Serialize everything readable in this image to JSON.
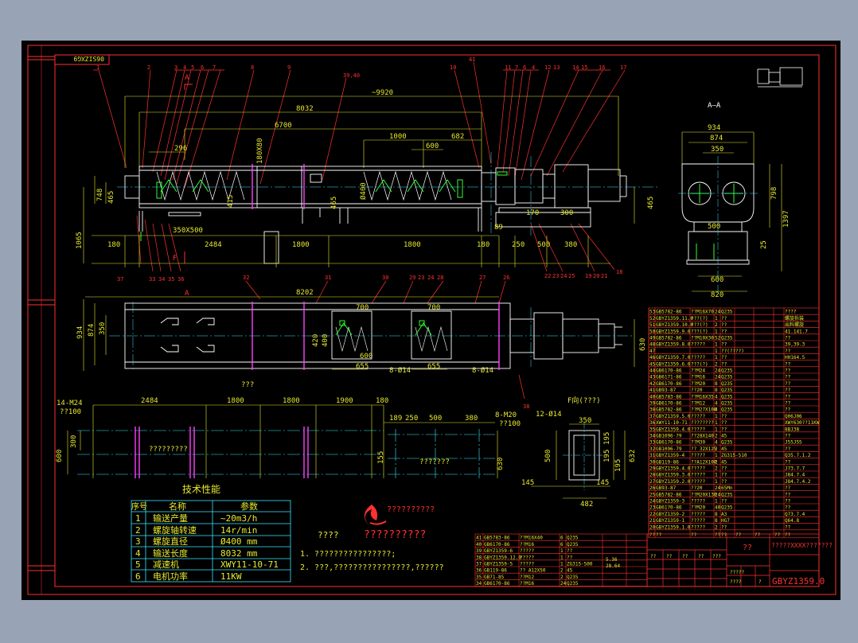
{
  "colors": {
    "frame": "#ff3030",
    "dim": "#e8e830",
    "part": "#ffffff",
    "center": "#3ce8ff",
    "special": "#ff40ff",
    "weld": "#30ff30",
    "text_red": "#ff3030"
  },
  "drawing_code_rotated": "06SIZXG9",
  "top_callouts_left": [
    "1",
    "2",
    "3",
    "4",
    "5",
    "6",
    "7",
    "8",
    "9",
    "39,40"
  ],
  "top_callouts_right": [
    "10",
    "41",
    "11",
    "7",
    "6",
    "4",
    "12",
    "13",
    "14",
    "15",
    "16",
    "17"
  ],
  "bottom_callouts_front": [
    "37",
    "33",
    "34",
    "35",
    "36",
    "22",
    "23",
    "24",
    "25",
    "19",
    "20",
    "21",
    "18"
  ],
  "plan_callouts": [
    "32",
    "31",
    "30",
    "29",
    "23",
    "24",
    "28",
    "27",
    "26",
    "38"
  ],
  "section_marks": {
    "a_top": "A",
    "a_bottom": "A",
    "f_mark": "F",
    "section_aa_title": "A—A",
    "view_f_title": "F向(???)"
  },
  "front_dims": {
    "overall": "~9920",
    "d8032": "8032",
    "d6700": "6700",
    "d1000": "1000",
    "d682": "682",
    "d600": "600",
    "d296": "296",
    "d180top": "180X80",
    "d748": "748",
    "d465": "465",
    "d1065": "1065",
    "d415": "415",
    "d465b": "465",
    "d400": "Ø400",
    "d180l": "180",
    "d2484": "2484",
    "d1800a": "1800",
    "d1800b": "1800",
    "d180r": "180",
    "d250": "250",
    "d500": "500",
    "d380": "380",
    "d89": "89",
    "d350x500": "350X500",
    "d170": "170",
    "d300": "300",
    "d465r": "465"
  },
  "section_dims": {
    "w934": "934",
    "w874": "874",
    "w350": "350",
    "h798": "798",
    "h1397": "1397",
    "w500": "500",
    "w600": "600",
    "w820": "820",
    "h25": "25"
  },
  "plan_dims": {
    "d8202": "8202",
    "d934": "934",
    "d874": "874",
    "d350": "350",
    "d700a": "700",
    "d700b": "700",
    "d600": "600",
    "d655a": "655",
    "d655b": "655",
    "hole_a": "8-Ø14",
    "hole_b": "8-Ø14",
    "d420": "420",
    "d400": "400",
    "d630": "630",
    "label": "???"
  },
  "foundation": {
    "left_note": "14-M24",
    "left_depth": "??100",
    "right_note": "8-M20",
    "right_depth": "??100",
    "d2484": "2484",
    "d1800a": "1800",
    "d1800b": "1800",
    "d1900": "1900",
    "d180": "180",
    "d189": "189",
    "d250": "250",
    "d500": "500",
    "d380": "380",
    "d300": "300",
    "d600": "600",
    "d630": "630",
    "d155": "155",
    "mid_text": "?????????",
    "right_text": "???????"
  },
  "view_f": {
    "holes": "12-Ø14",
    "d350": "350",
    "d500": "500",
    "d195a": "195",
    "d195b": "195",
    "d195c": "195",
    "d632": "632",
    "d145a": "145",
    "d145b": "145",
    "d482": "482"
  },
  "tech": {
    "title": "技术性能",
    "headers": [
      "序号",
      "名称",
      "参数"
    ],
    "rows": [
      [
        "1",
        "输送产量",
        "~20m3/h"
      ],
      [
        "2",
        "螺旋轴转速",
        "14r/min"
      ],
      [
        "3",
        "螺旋直径",
        "Ø400 mm"
      ],
      [
        "4",
        "输送长度",
        "8032 mm"
      ],
      [
        "5",
        "减速机",
        "XWY11-10-71"
      ],
      [
        "6",
        "电机功率",
        "11KW"
      ]
    ]
  },
  "company_name": "??????????",
  "company_sub": "??????????",
  "notes_title": "????",
  "notes": [
    "1. ????????????????;",
    "2. ???,????????????????,??????"
  ],
  "bom_upper": [
    [
      "53",
      "GB5782-86",
      "??M16X70",
      "24",
      "Q235",
      "",
      "",
      "",
      "????"
    ],
    [
      "52",
      "GBYZ1359.11.0",
      "???(?)",
      "1",
      "??",
      "",
      "",
      "",
      "螺旋拆装"
    ],
    [
      "51",
      "GBYZ1359.10.0",
      "???(?)",
      "2",
      "??",
      "",
      "",
      "",
      "出料螺旋"
    ],
    [
      "50",
      "GBYZ1359.9.0",
      "???(?)",
      "1",
      "??",
      "",
      "",
      "",
      "41.141.7"
    ],
    [
      "49",
      "GB5782-86",
      "??M10X30",
      "52",
      "Q235",
      "",
      "",
      "",
      "??"
    ],
    [
      "48",
      "GBYZ1359.8.0",
      "?????",
      "1",
      "??",
      "",
      "",
      "",
      "39,39.3"
    ],
    [
      "47",
      "",
      "",
      "1",
      "??(????)",
      "",
      "",
      "",
      "??"
    ],
    [
      "46",
      "GBYZ1359.7.0",
      "?????",
      "1",
      "??",
      "",
      "",
      "",
      "HH164.5"
    ],
    [
      "45",
      "GBYZ1359.6.0",
      "???(?)",
      "2",
      "??",
      "",
      "",
      "",
      "??"
    ],
    [
      "44",
      "GB6170-86",
      "??M24",
      "24",
      "Q235",
      "",
      "",
      "",
      "??"
    ],
    [
      "43",
      "GB6171-86",
      "??M16",
      "24",
      "Q235",
      "",
      "",
      "",
      "??"
    ],
    [
      "42",
      "GB6170-86",
      "??M20",
      "8",
      "Q235",
      "",
      "",
      "",
      "??"
    ],
    [
      "41",
      "GB93-87",
      "??20",
      "8",
      "Q235",
      "",
      "",
      "",
      "??"
    ],
    [
      "40",
      "GB5783-86",
      "??M16X35",
      "4",
      "Q235",
      "",
      "",
      "",
      "??"
    ],
    [
      "39",
      "GB6170-86",
      "??M12",
      "4",
      "Q235",
      "",
      "",
      "",
      "??"
    ],
    [
      "38",
      "GB5782-86",
      "??M27X100",
      "4",
      "Q235",
      "",
      "",
      "",
      "??"
    ],
    [
      "37",
      "GBYZ1359.5.0",
      "?????",
      "1",
      "??",
      "",
      "",
      "",
      "Q06J06"
    ],
    [
      "36",
      "XWY11-10-71",
      "????????",
      "1",
      "??",
      "",
      "",
      "",
      "XWY630??11KW"
    ],
    [
      "35",
      "GBYZ1359.4.0",
      "?????",
      "1",
      "??",
      "",
      "",
      "",
      "8BJ38"
    ],
    [
      "34",
      "GB1096-79",
      "??28X140",
      "2",
      "45",
      "",
      "",
      "",
      "??"
    ],
    [
      "33",
      "GB6170-86",
      "??M30",
      "4",
      "Q235",
      "",
      "",
      "",
      "J55J55"
    ],
    [
      "32",
      "GB1096-79",
      "?? 32X125",
      "2",
      "45",
      "",
      "",
      "",
      "??"
    ],
    [
      "31",
      "GBYZ1359-4",
      "?????",
      "1",
      "ZG315-510",
      "",
      "",
      "",
      "Q35.7.1.2"
    ],
    [
      "30",
      "GB119-86",
      "??A12X100",
      "2",
      "45",
      "",
      "",
      "",
      "??"
    ],
    [
      "29",
      "GBYZ1359.4.0",
      "?????",
      "2",
      "??",
      "",
      "",
      "",
      "J73.7.7"
    ],
    [
      "28",
      "GBYZ1359.3.0",
      "?????",
      "1",
      "??",
      "",
      "",
      "",
      "J84.7.4"
    ],
    [
      "27",
      "GBYZ1359.2.0",
      "?????",
      "1",
      "??",
      "",
      "",
      "",
      "J84.7.4.2"
    ],
    [
      "26",
      "GB93-87",
      "??20",
      "24",
      "65Mn",
      "",
      "",
      "",
      "??"
    ],
    [
      "25",
      "GB5782-86",
      "??M20X130",
      "24",
      "Q235",
      "",
      "",
      "",
      "??"
    ],
    [
      "24",
      "GBYZ1359-3",
      "?????",
      "1",
      "??",
      "",
      "",
      "",
      "??"
    ],
    [
      "23",
      "GB6170-86",
      "??M20",
      "40",
      "Q235",
      "",
      "",
      "",
      "??"
    ],
    [
      "22",
      "GBYZ1359-2",
      "?????",
      "8",
      "A3",
      "",
      "",
      "",
      "Q73.7.4"
    ],
    [
      "21",
      "GBYZ1359-1",
      "?????",
      "8",
      "HG7",
      "",
      "",
      "",
      "Q64.8"
    ],
    [
      "20",
      "GBYZ1359.1.0",
      "?????",
      "2",
      "??",
      "",
      "",
      "",
      "??"
    ]
  ],
  "bom_header": [
    "??",
    "??",
    "??",
    "??",
    "??",
    "??",
    "??",
    "??",
    "??"
  ],
  "bom_lower": [
    [
      "41",
      "GB5783-86",
      "??M16X40",
      "6",
      "Q235"
    ],
    [
      "40",
      "GB6170-86",
      "??M16",
      "6",
      "Q235"
    ],
    [
      "39",
      "GBYZ1359-6",
      "?????",
      "1",
      "??"
    ],
    [
      "38",
      "GBYZ1359.12.0",
      "?????",
      "1",
      "??"
    ],
    [
      "37",
      "GBYZ1359-5",
      "?????",
      "1",
      "ZG315-500"
    ],
    [
      "36",
      "GB119-86",
      "?? A12X50",
      "2",
      "45"
    ],
    [
      "35",
      "GB71-85",
      "??M12",
      "2",
      "Q235"
    ],
    [
      "34",
      "GB6170-86",
      "??M16",
      "24",
      "Q235"
    ]
  ],
  "bom_lower_extra": [
    "5.36",
    "28.64"
  ],
  "title_block": {
    "drawing_name": "??",
    "company": "?????XXXX???????",
    "drawing_no": "GBYZ1359.0",
    "company_mid": "?????",
    "cells": [
      "??",
      "??",
      "??",
      "??",
      "???",
      "????",
      "?"
    ]
  }
}
